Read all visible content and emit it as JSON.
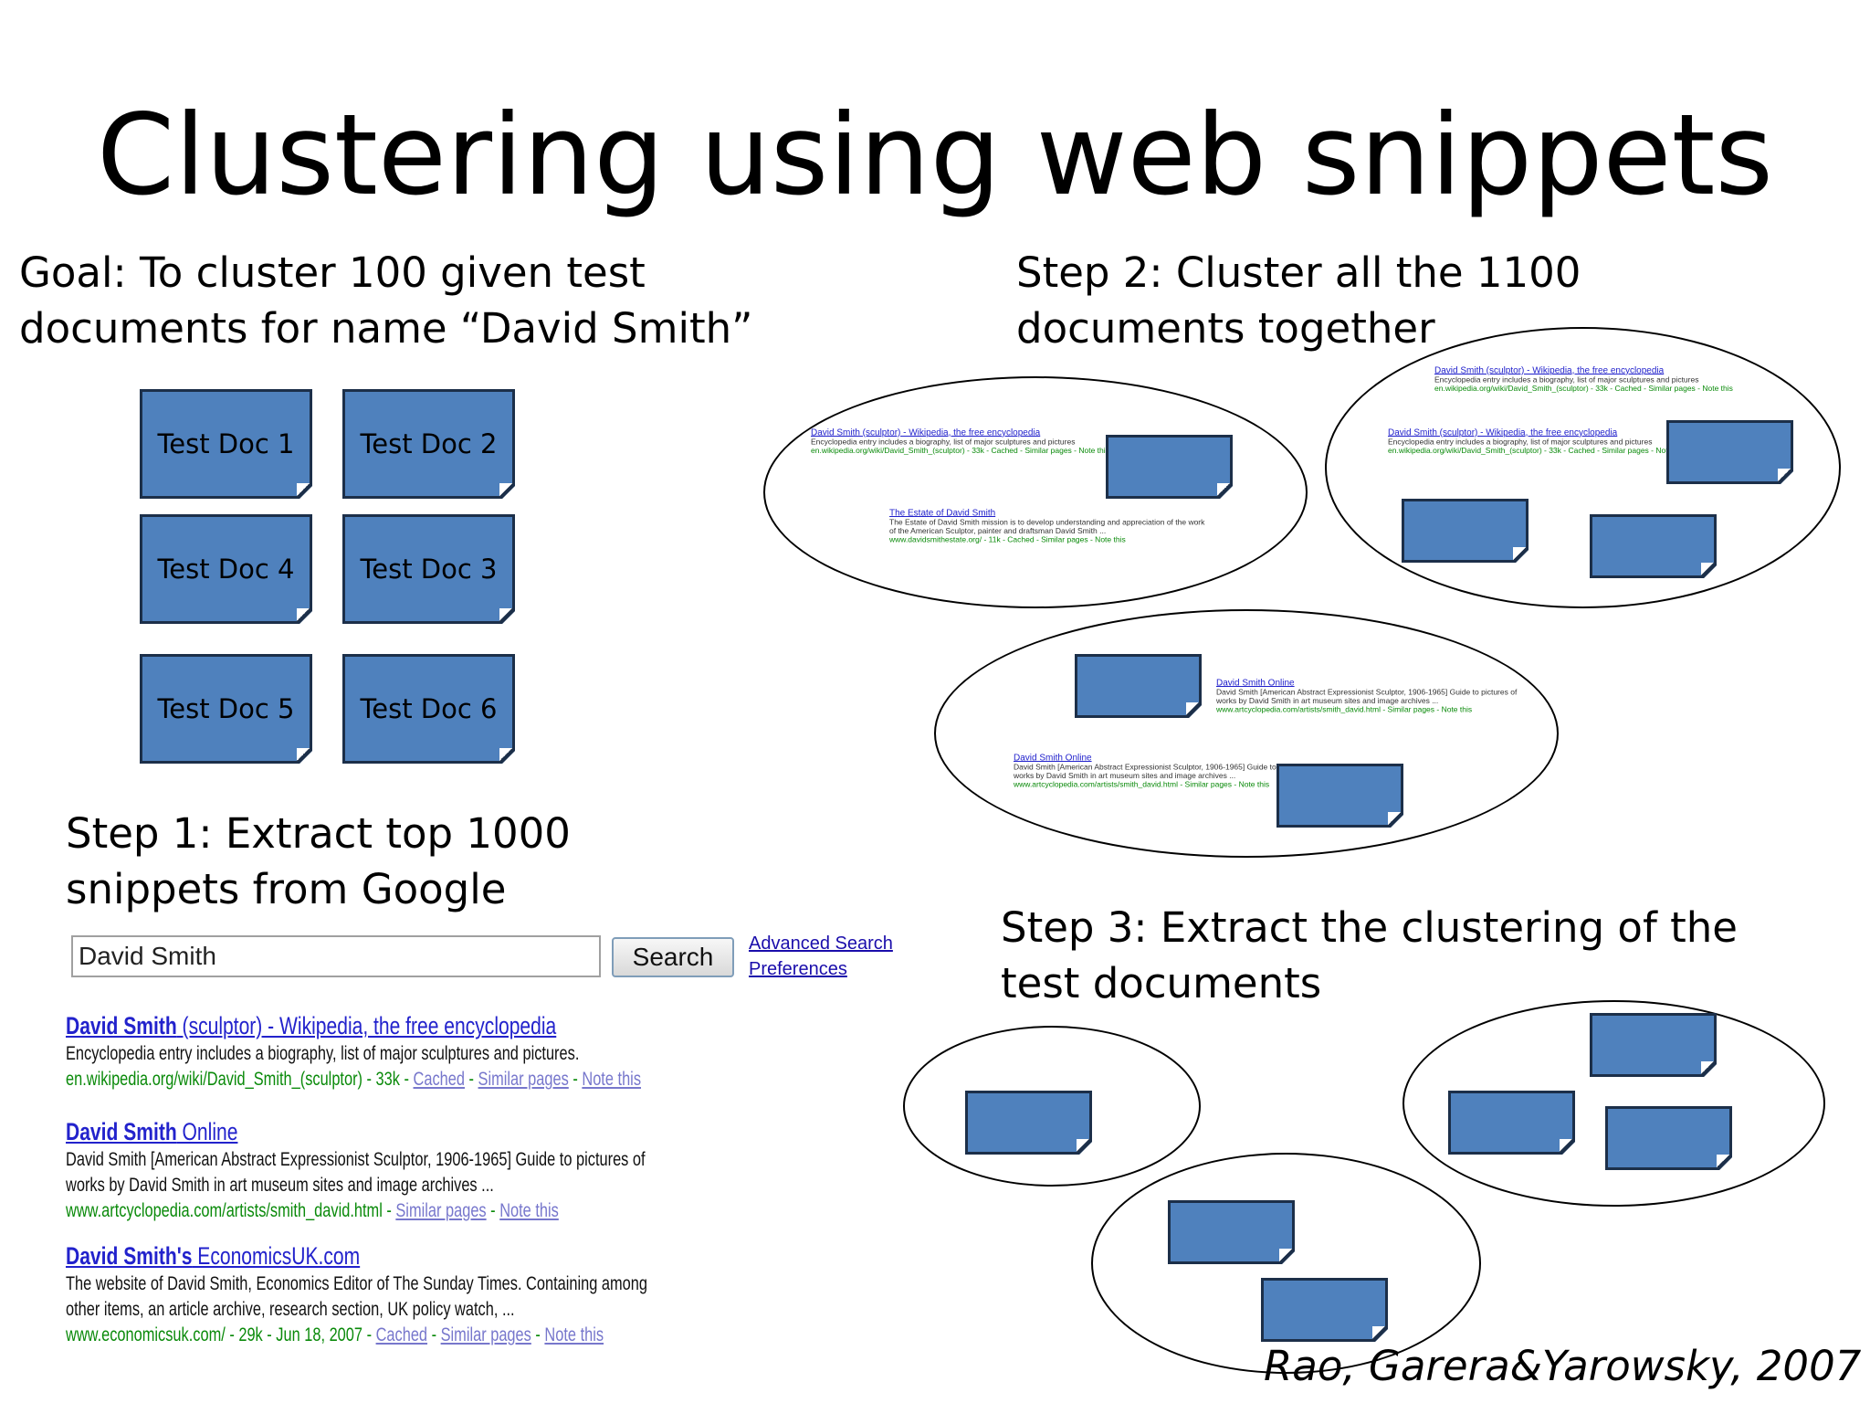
{
  "slide": {
    "title": "Clustering using web snippets",
    "goal": [
      "Goal: To cluster 100 given test",
      "documents for name “David Smith”"
    ],
    "step1": [
      "Step 1: Extract top 1000",
      "snippets from Google"
    ],
    "step2": [
      "Step 2: Cluster all the 1100",
      "documents together"
    ],
    "step3": [
      "Step 3: Extract the clustering of the",
      "test documents"
    ],
    "citation": "Rao, Garera&Yarowsky, 2007"
  },
  "test_docs": [
    "Test Doc 1",
    "Test Doc 2",
    "Test Doc 4",
    "Test Doc 3",
    "Test Doc 5",
    "Test Doc 6"
  ],
  "search": {
    "query": "David Smith",
    "button_label": "Search",
    "advanced_link": "Advanced Search",
    "preferences_link": "Preferences"
  },
  "results": [
    {
      "title_bold": "David Smith",
      "title_rest": " (sculptor) - Wikipedia, the free encyclopedia",
      "snippet": [
        "Encyclopedia entry includes a biography, list of major sculptures and pictures."
      ],
      "url": "en.wikipedia.org/wiki/David_Smith_(sculptor) - 33k - ",
      "links": [
        "Cached",
        "Similar pages",
        "Note this"
      ]
    },
    {
      "title_bold": "David Smith",
      "title_rest": " Online",
      "snippet": [
        "David Smith [American Abstract Expressionist Sculptor, 1906-1965] Guide to pictures of",
        "works by David Smith in art museum sites and image archives ..."
      ],
      "url": "www.artcyclopedia.com/artists/smith_david.html - ",
      "links": [
        "Similar pages",
        "Note this"
      ]
    },
    {
      "title_bold": "David Smith's",
      "title_rest": " EconomicsUK.com",
      "snippet": [
        "The website of David Smith, Economics Editor of The Sunday Times. Containing among",
        "other items, an article archive, research section, UK policy watch, ..."
      ],
      "url": "www.economicsuk.com/ - 29k - Jun 18, 2007 - ",
      "links": [
        "Cached",
        "Similar pages",
        "Note this"
      ]
    }
  ],
  "mini_snippets": {
    "wiki": {
      "title": "David Smith (sculptor) - Wikipedia, the free encyclopedia",
      "snippet": "Encyclopedia entry includes a biography, list of major sculptures and pictures",
      "url": "en.wikipedia.org/wiki/David_Smith_(sculptor) - 33k - Cached - Similar pages - Note this"
    },
    "estate": {
      "title": "The Estate of David Smith",
      "snippet1": "The Estate of David Smith mission is to develop understanding and appreciation of the work",
      "snippet2": "of the American Sculptor, painter and draftsman David Smith ...",
      "url": "www.davidsmithestate.org/ - 11k - Cached - Similar pages - Note this"
    },
    "online": {
      "title": "David Smith Online",
      "snippet1": "David Smith [American Abstract Expressionist Sculptor, 1906-1965] Guide to pictures of",
      "snippet2": "works by David Smith in art museum sites and image archives ...",
      "url": "www.artcyclopedia.com/artists/smith_david.html - Similar pages - Note this"
    }
  },
  "colors": {
    "doc_fill": "#4f81bd",
    "doc_border": "#1c2f49",
    "link_blue": "#2222cc",
    "url_green": "#0a8a0a"
  }
}
